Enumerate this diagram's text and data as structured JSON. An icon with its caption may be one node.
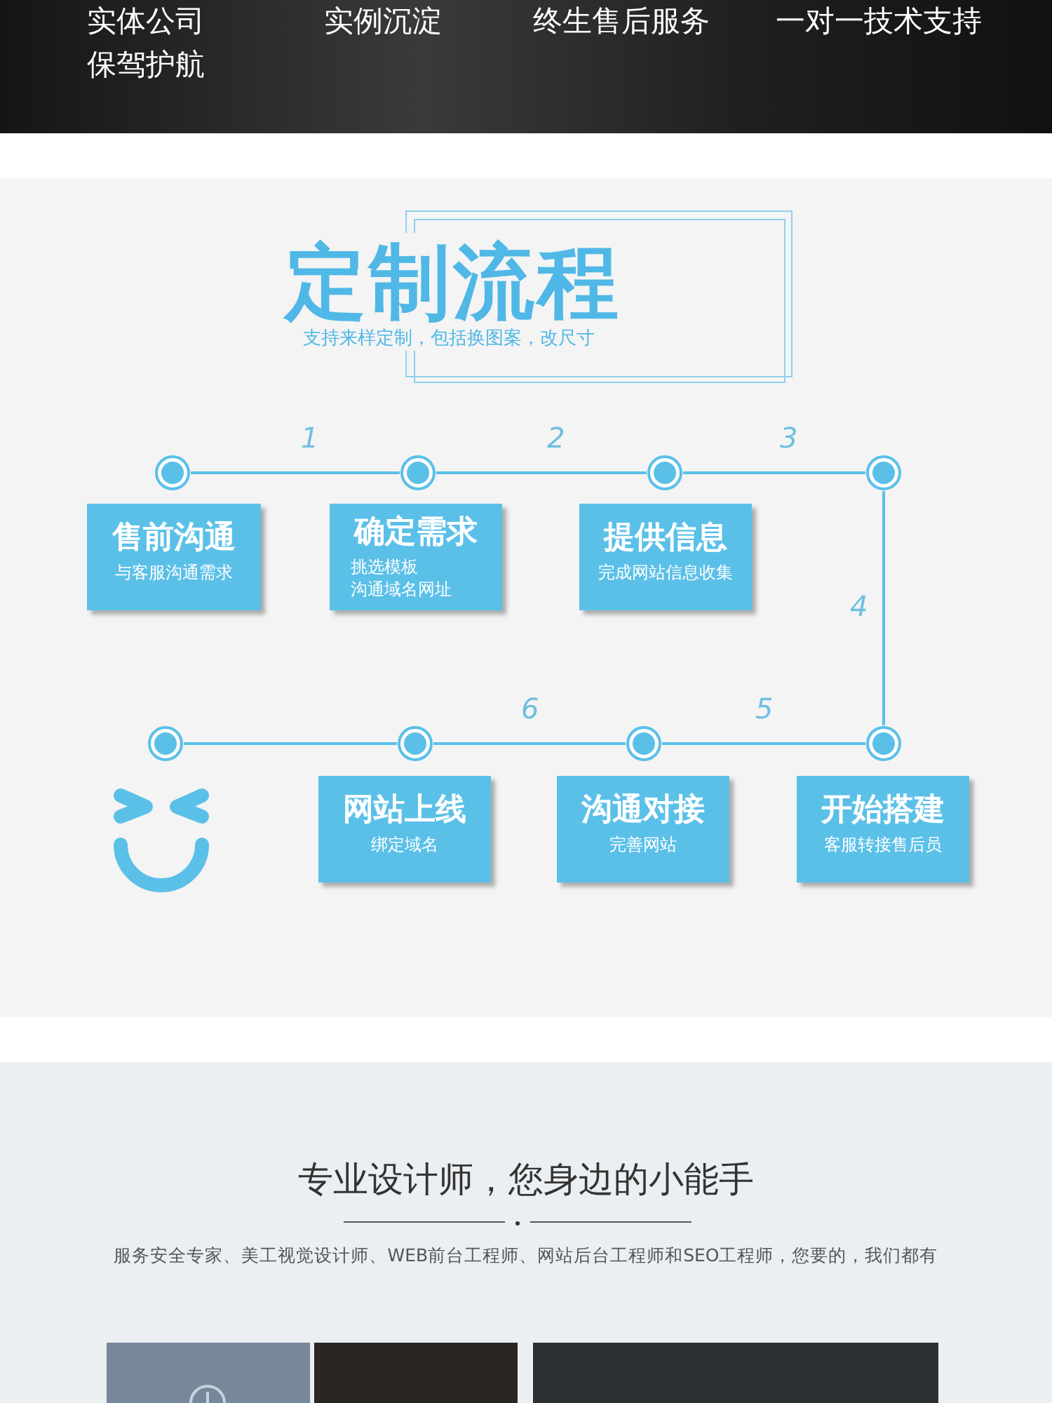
{
  "diagram": {
    "title": "定制流程",
    "nodes": [
      {
        "text": [],
        "shape": "circle"
      },
      {
        "text": [],
        "shape": "circle"
      },
      {
        "text": [],
        "shape": "circle"
      },
      {
        "text": [],
        "shape": "circle"
      },
      {
        "text": [
          "售前沟通",
          "与客服沟通需求"
        ]
      },
      {
        "text": [
          "确定需求",
          "挑选模板",
          "沟通域名网址"
        ]
      },
      {
        "text": [
          "提供信息",
          "完成网站信息收集"
        ]
      },
      {
        "text": [],
        "shape": "circle"
      },
      {
        "text": [],
        "shape": "circle"
      },
      {
        "text": [],
        "shape": "circle"
      },
      {
        "text": [],
        "shape": "circle"
      },
      {
        "text": [
          "网站上线",
          "绑定域名"
        ]
      },
      {
        "text": [
          "沟通对接",
          "完善网站"
        ]
      },
      {
        "text": [
          "开始搭建",
          "客服转接售后员"
        ]
      }
    ],
    "edges": [
      {
        "from": 0,
        "to": 1,
        "arrow": "none",
        "label": "1"
      },
      {
        "from": 1,
        "to": 2,
        "arrow": "none",
        "label": "2"
      },
      {
        "from": 2,
        "to": 3,
        "arrow": "none",
        "label": "3"
      },
      {
        "from": 3,
        "to": 10,
        "arrow": "none",
        "label": "4"
      },
      {
        "from": 10,
        "to": 9,
        "arrow": "none",
        "label": "5"
      },
      {
        "from": 9,
        "to": 8,
        "arrow": "none",
        "label": "6"
      },
      {
        "from": 8,
        "to": 7,
        "arrow": "none"
      }
    ],
    "labels": [
      "实体公司保驾护航",
      "实例沉淀",
      "终生售后服务",
      "一对一技术支持",
      "支持来样定制，包括换图案，改尺寸",
      "专业设计师，您身边的小能手",
      "服务安全专家、美工视觉设计师、WEB前台工程师、网站后台工程师和SEO工程师，您要的，我们都有"
    ]
  }
}
